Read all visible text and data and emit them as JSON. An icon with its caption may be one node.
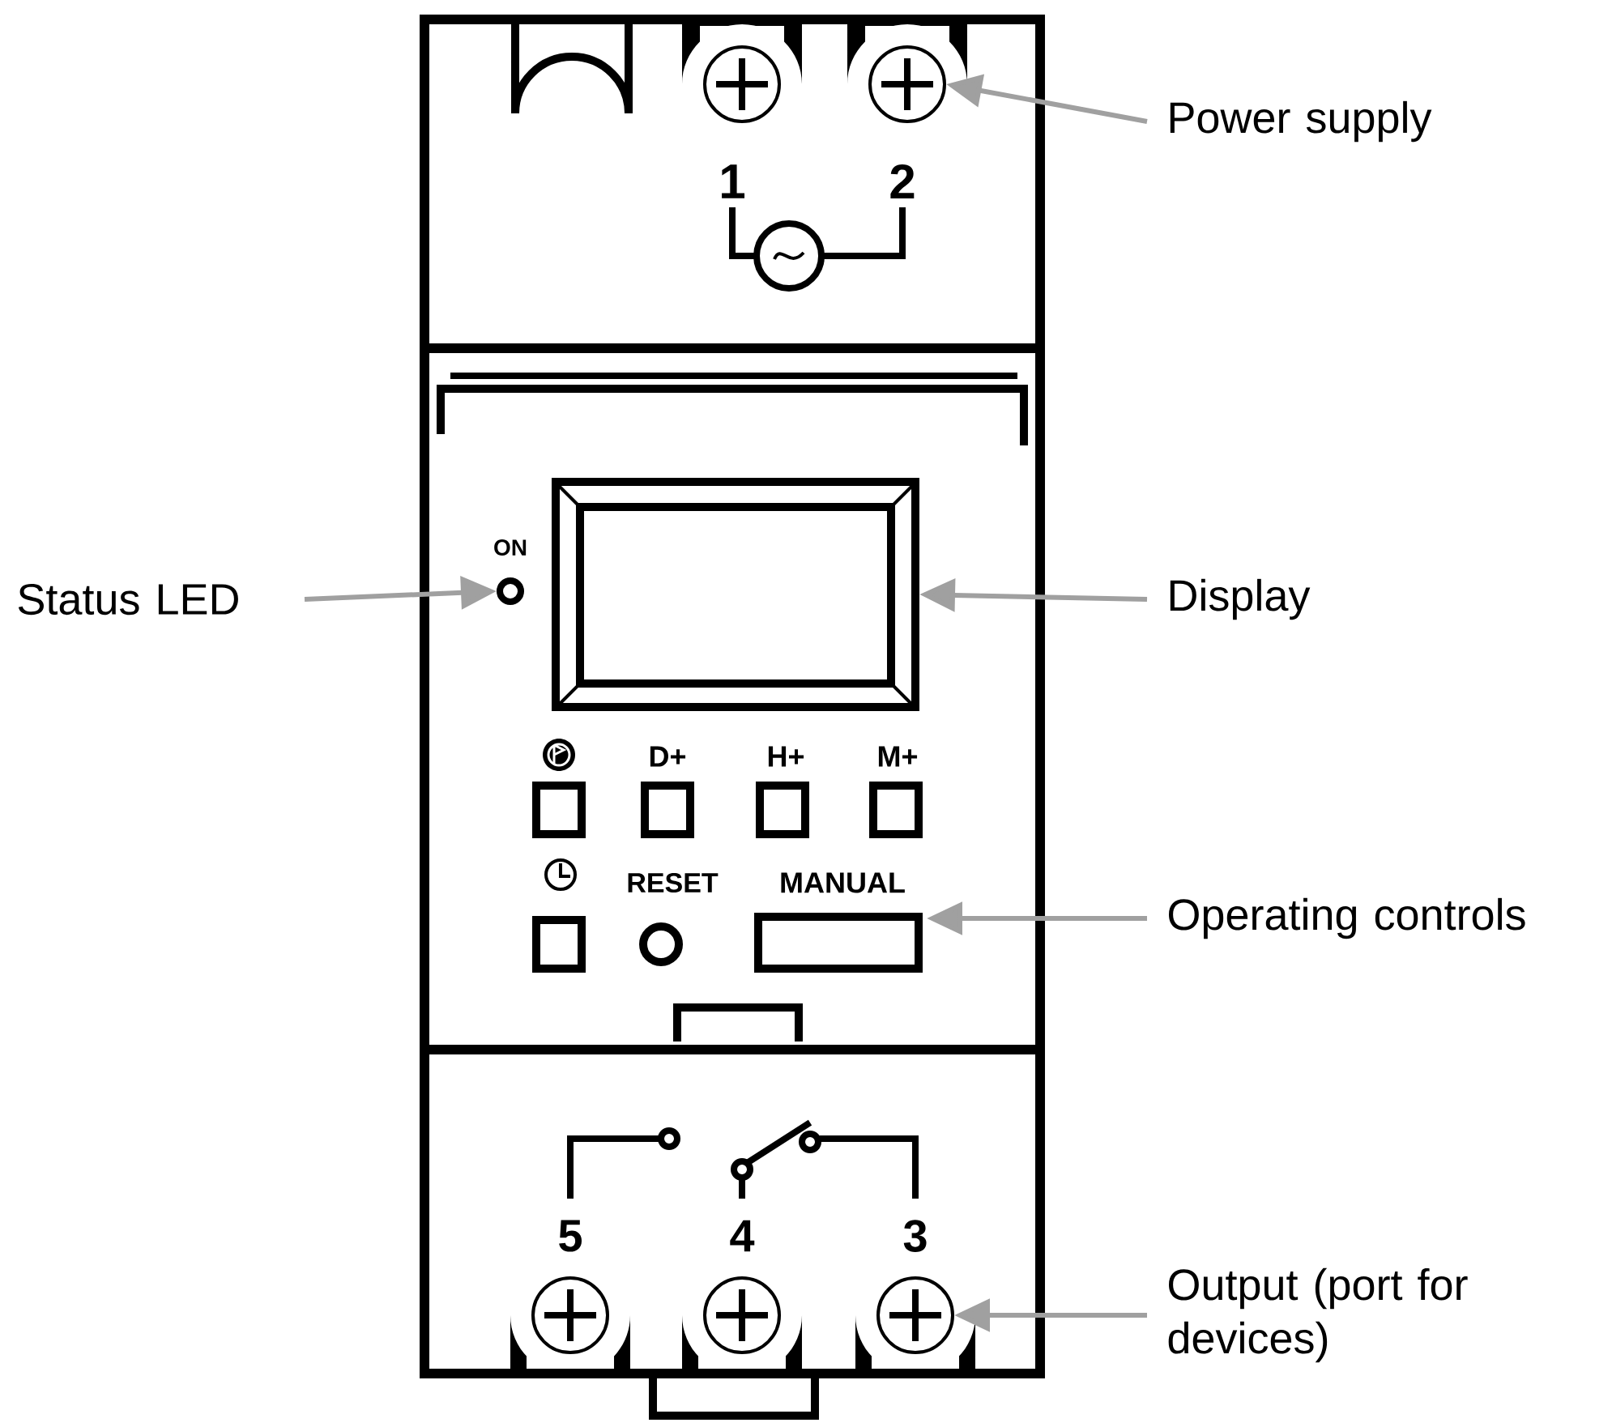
{
  "diagram": {
    "nodes": [
      {
        "text": [
          "Power supply"
        ]
      },
      {
        "text": [],
        "shape": "circle"
      },
      {
        "text": [
          "Status LED"
        ]
      },
      {
        "text": [],
        "shape": "circle"
      },
      {
        "text": [
          "Display"
        ]
      },
      {
        "text": [],
        "shape": "box"
      },
      {
        "text": [
          "Operating controls"
        ]
      },
      {
        "text": [
          "Output (port for devices)"
        ]
      },
      {
        "text": [],
        "shape": "circle"
      }
    ],
    "edges": [
      {
        "from": 0,
        "to": 1,
        "arrow": "to"
      },
      {
        "from": 2,
        "to": 3,
        "arrow": "to"
      },
      {
        "from": 4,
        "to": 5,
        "arrow": "to"
      },
      {
        "from": 6,
        "to": null,
        "arrow": "to"
      },
      {
        "from": 7,
        "to": 8,
        "arrow": "to"
      }
    ],
    "labels": [
      "1",
      "2",
      "ON",
      "D+",
      "H+",
      "M+",
      "RESET",
      "MANUAL",
      "5",
      "4",
      "3"
    ]
  }
}
